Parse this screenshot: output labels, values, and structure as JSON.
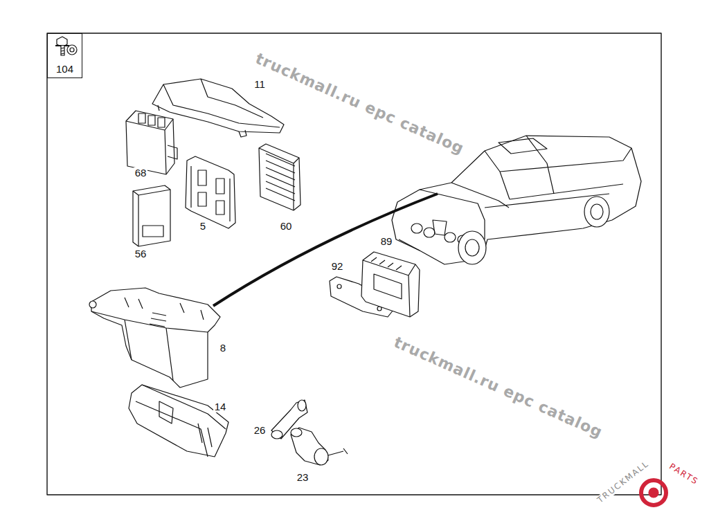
{
  "diagram": {
    "nodes": [
      {
        "text": [
          "104"
        ]
      }
    ],
    "edges": [],
    "labels": [
      "11",
      "68",
      "5",
      "60",
      "56",
      "8",
      "14",
      "26",
      "23",
      "89",
      "92",
      "truckmall.ru epc catalog",
      "truckmall.ru epc catalog",
      "TRUCKMALL",
      "PARTS"
    ]
  }
}
